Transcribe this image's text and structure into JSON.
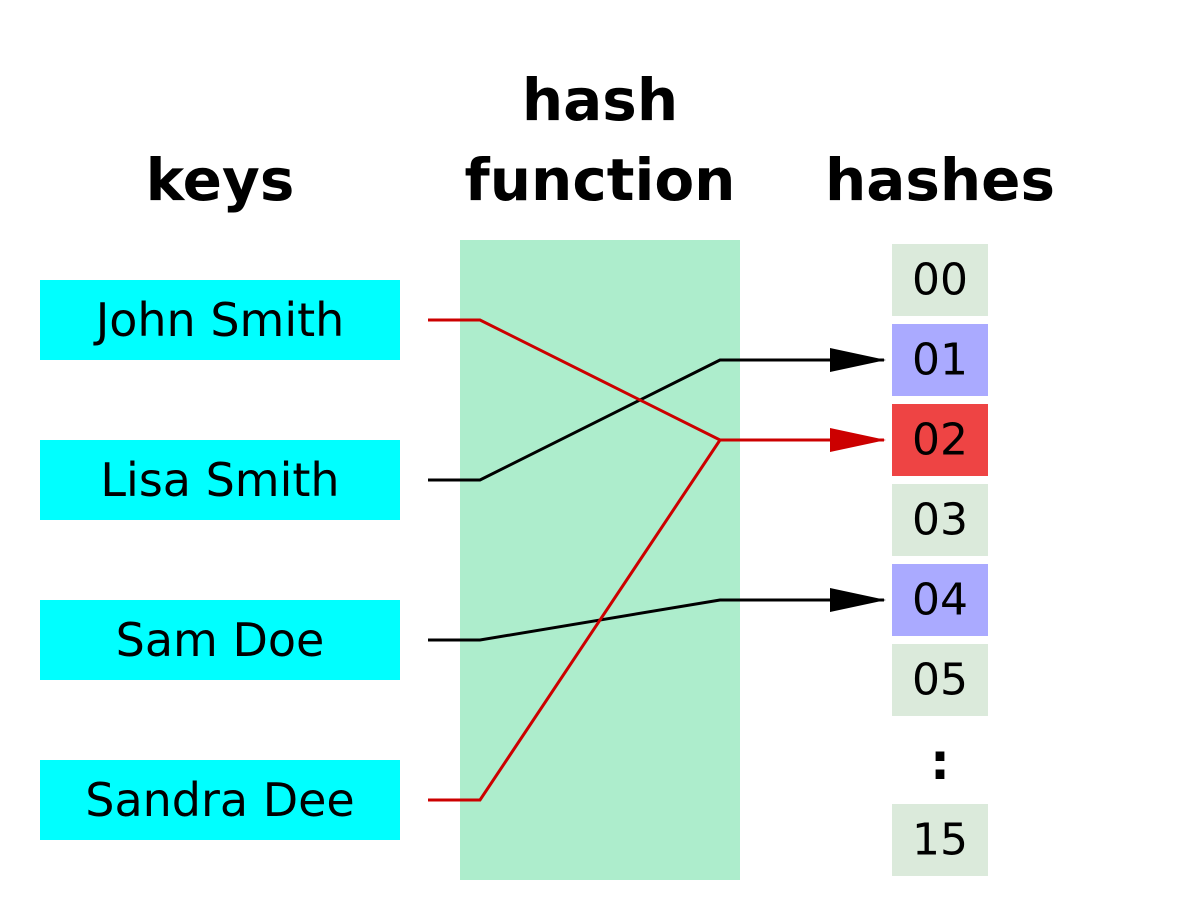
{
  "headers": {
    "keys": "keys",
    "hash_function_line1": "hash",
    "hash_function_line2": "function",
    "hashes": "hashes"
  },
  "keys": [
    "John Smith",
    "Lisa Smith",
    "Sam Doe",
    "Sandra Dee"
  ],
  "hashes": [
    "00",
    "01",
    "02",
    "03",
    "04",
    "05",
    "15"
  ],
  "ellipsis": ":",
  "mappings": [
    {
      "key": "John Smith",
      "hash": "02",
      "collision": true
    },
    {
      "key": "Lisa Smith",
      "hash": "01",
      "collision": false
    },
    {
      "key": "Sam Doe",
      "hash": "04",
      "collision": false
    },
    {
      "key": "Sandra Dee",
      "hash": "02",
      "collision": true
    }
  ],
  "colors": {
    "key_box": "#00ffff",
    "hash_function_box": "#adedcc",
    "hash_empty": "#dbeadb",
    "hash_used": "#aaaaff",
    "hash_collision": "#ee4444",
    "line_normal": "#000000",
    "line_collision": "#cc0000"
  }
}
